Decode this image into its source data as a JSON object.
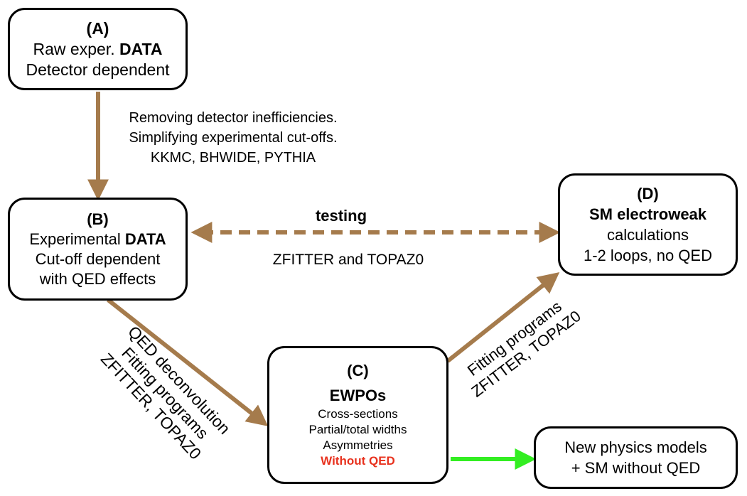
{
  "box_a": {
    "label": "(A)",
    "line1_plain": "Raw exper. ",
    "line1_bold": "DATA",
    "line2": "Detector dependent"
  },
  "box_b": {
    "label": "(B)",
    "line1_plain": "Experimental ",
    "line1_bold": "DATA",
    "line2": "Cut-off dependent",
    "line3": "with QED effects"
  },
  "box_c": {
    "label": "(C)",
    "title": "EWPOs",
    "line1": "Cross-sections",
    "line2": "Partial/total widths",
    "line3": "Asymmetries",
    "line4": "Without QED"
  },
  "box_d": {
    "label": "(D)",
    "title": "SM electroweak",
    "line1": "calculations",
    "line2": "1-2 loops, no QED"
  },
  "box_e": {
    "line1": "New physics models",
    "line2": "+ SM without QED"
  },
  "edge_a_b": {
    "line1": "Removing detector inefficiencies.",
    "line2": "Simplifying experimental cut-offs.",
    "line3": "KKMC, BHWIDE, PYTHIA"
  },
  "edge_b_d": {
    "label_top": "testing",
    "label_bottom": "ZFITTER and TOPAZ0"
  },
  "edge_b_c": {
    "line1": "QED deconvolution",
    "line2": "Fitting programs",
    "line3": "ZFITTER, TOPAZ0"
  },
  "edge_c_d": {
    "line1": "Fitting programs",
    "line2": "ZFITTER, TOPAZ0"
  },
  "colors": {
    "arrow_brown": "#a57b4c",
    "arrow_green": "#33ee22",
    "highlight_red": "#e8321e"
  }
}
